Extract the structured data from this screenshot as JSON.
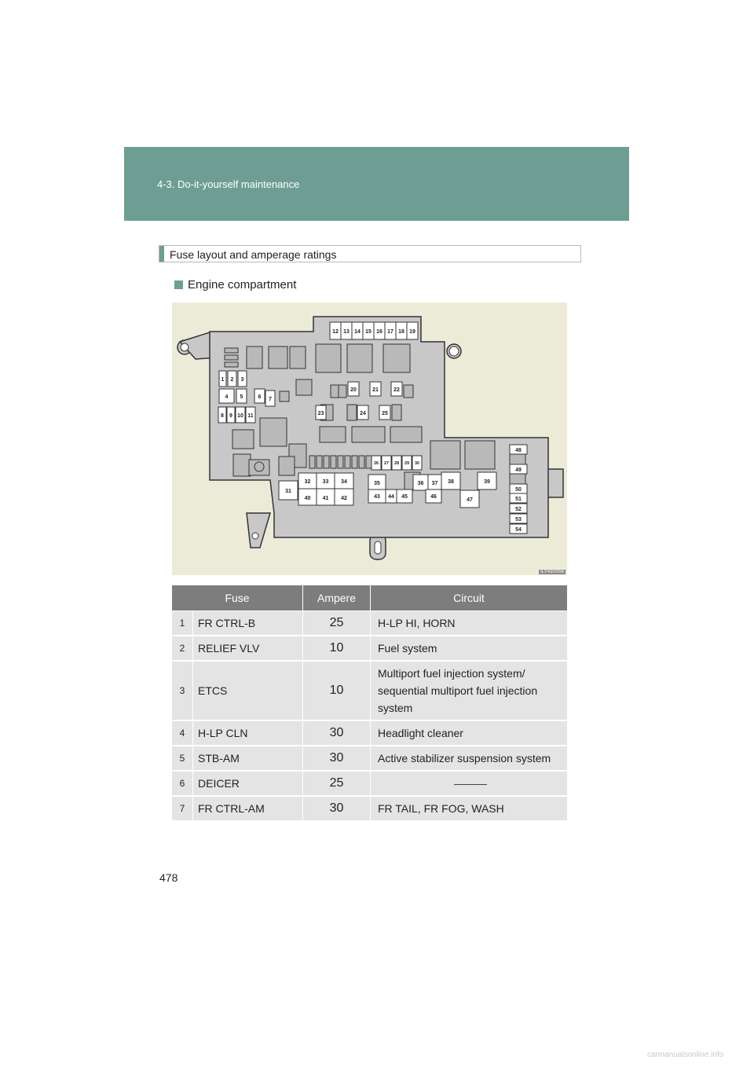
{
  "header": {
    "section": "4-3. Do-it-yourself maintenance"
  },
  "subheading": "Fuse layout and amperage ratings",
  "bullet": "Engine compartment",
  "diagram": {
    "code": "ILY43G056",
    "labels": {
      "f1": "1",
      "f2": "2",
      "f3": "3",
      "f4": "4",
      "f5": "5",
      "f6": "6",
      "f7": "7",
      "f8": "8",
      "f9": "9",
      "f10": "10",
      "f11": "11",
      "f12": "12",
      "f13": "13",
      "f14": "14",
      "f15": "15",
      "f16": "16",
      "f17": "17",
      "f18": "18",
      "f19": "19",
      "f20": "20",
      "f21": "21",
      "f22": "22",
      "f23": "23",
      "f24": "24",
      "f25": "25",
      "f26": "26",
      "f27": "27",
      "f28": "28",
      "f29": "29",
      "f30": "30",
      "f31": "31",
      "f32": "32",
      "f33": "33",
      "f34": "34",
      "f35": "35",
      "f36": "36",
      "f37": "37",
      "f38": "38",
      "f39": "39",
      "f40": "40",
      "f41": "41",
      "f42": "42",
      "f43": "43",
      "f44": "44",
      "f45": "45",
      "f46": "46",
      "f47": "47",
      "f48": "48",
      "f49": "49",
      "f50": "50",
      "f51": "51",
      "f52": "52",
      "f53": "53",
      "f54": "54"
    }
  },
  "table": {
    "headers": [
      "Fuse",
      "Ampere",
      "Circuit"
    ],
    "rows": [
      {
        "no": "1",
        "name": "FR CTRL-B",
        "amp": "25",
        "circuit": "H-LP HI, HORN"
      },
      {
        "no": "2",
        "name": "RELIEF VLV",
        "amp": "10",
        "circuit": "Fuel system"
      },
      {
        "no": "3",
        "name": "ETCS",
        "amp": "10",
        "circuit_lines": [
          "Multiport fuel injection system/",
          "sequential multiport fuel injection",
          "system"
        ]
      },
      {
        "no": "4",
        "name": "H-LP CLN",
        "amp": "30",
        "circuit": "Headlight cleaner"
      },
      {
        "no": "5",
        "name": "STB-AM",
        "amp": "30",
        "circuit": "Active stabilizer suspension system"
      },
      {
        "no": "6",
        "name": "DEICER",
        "amp": "25",
        "circuit": ""
      },
      {
        "no": "7",
        "name": "FR CTRL-AM",
        "amp": "30",
        "circuit": "FR TAIL, FR FOG, WASH"
      }
    ]
  },
  "page_number": "478",
  "footer": "carmanualsonline.info"
}
